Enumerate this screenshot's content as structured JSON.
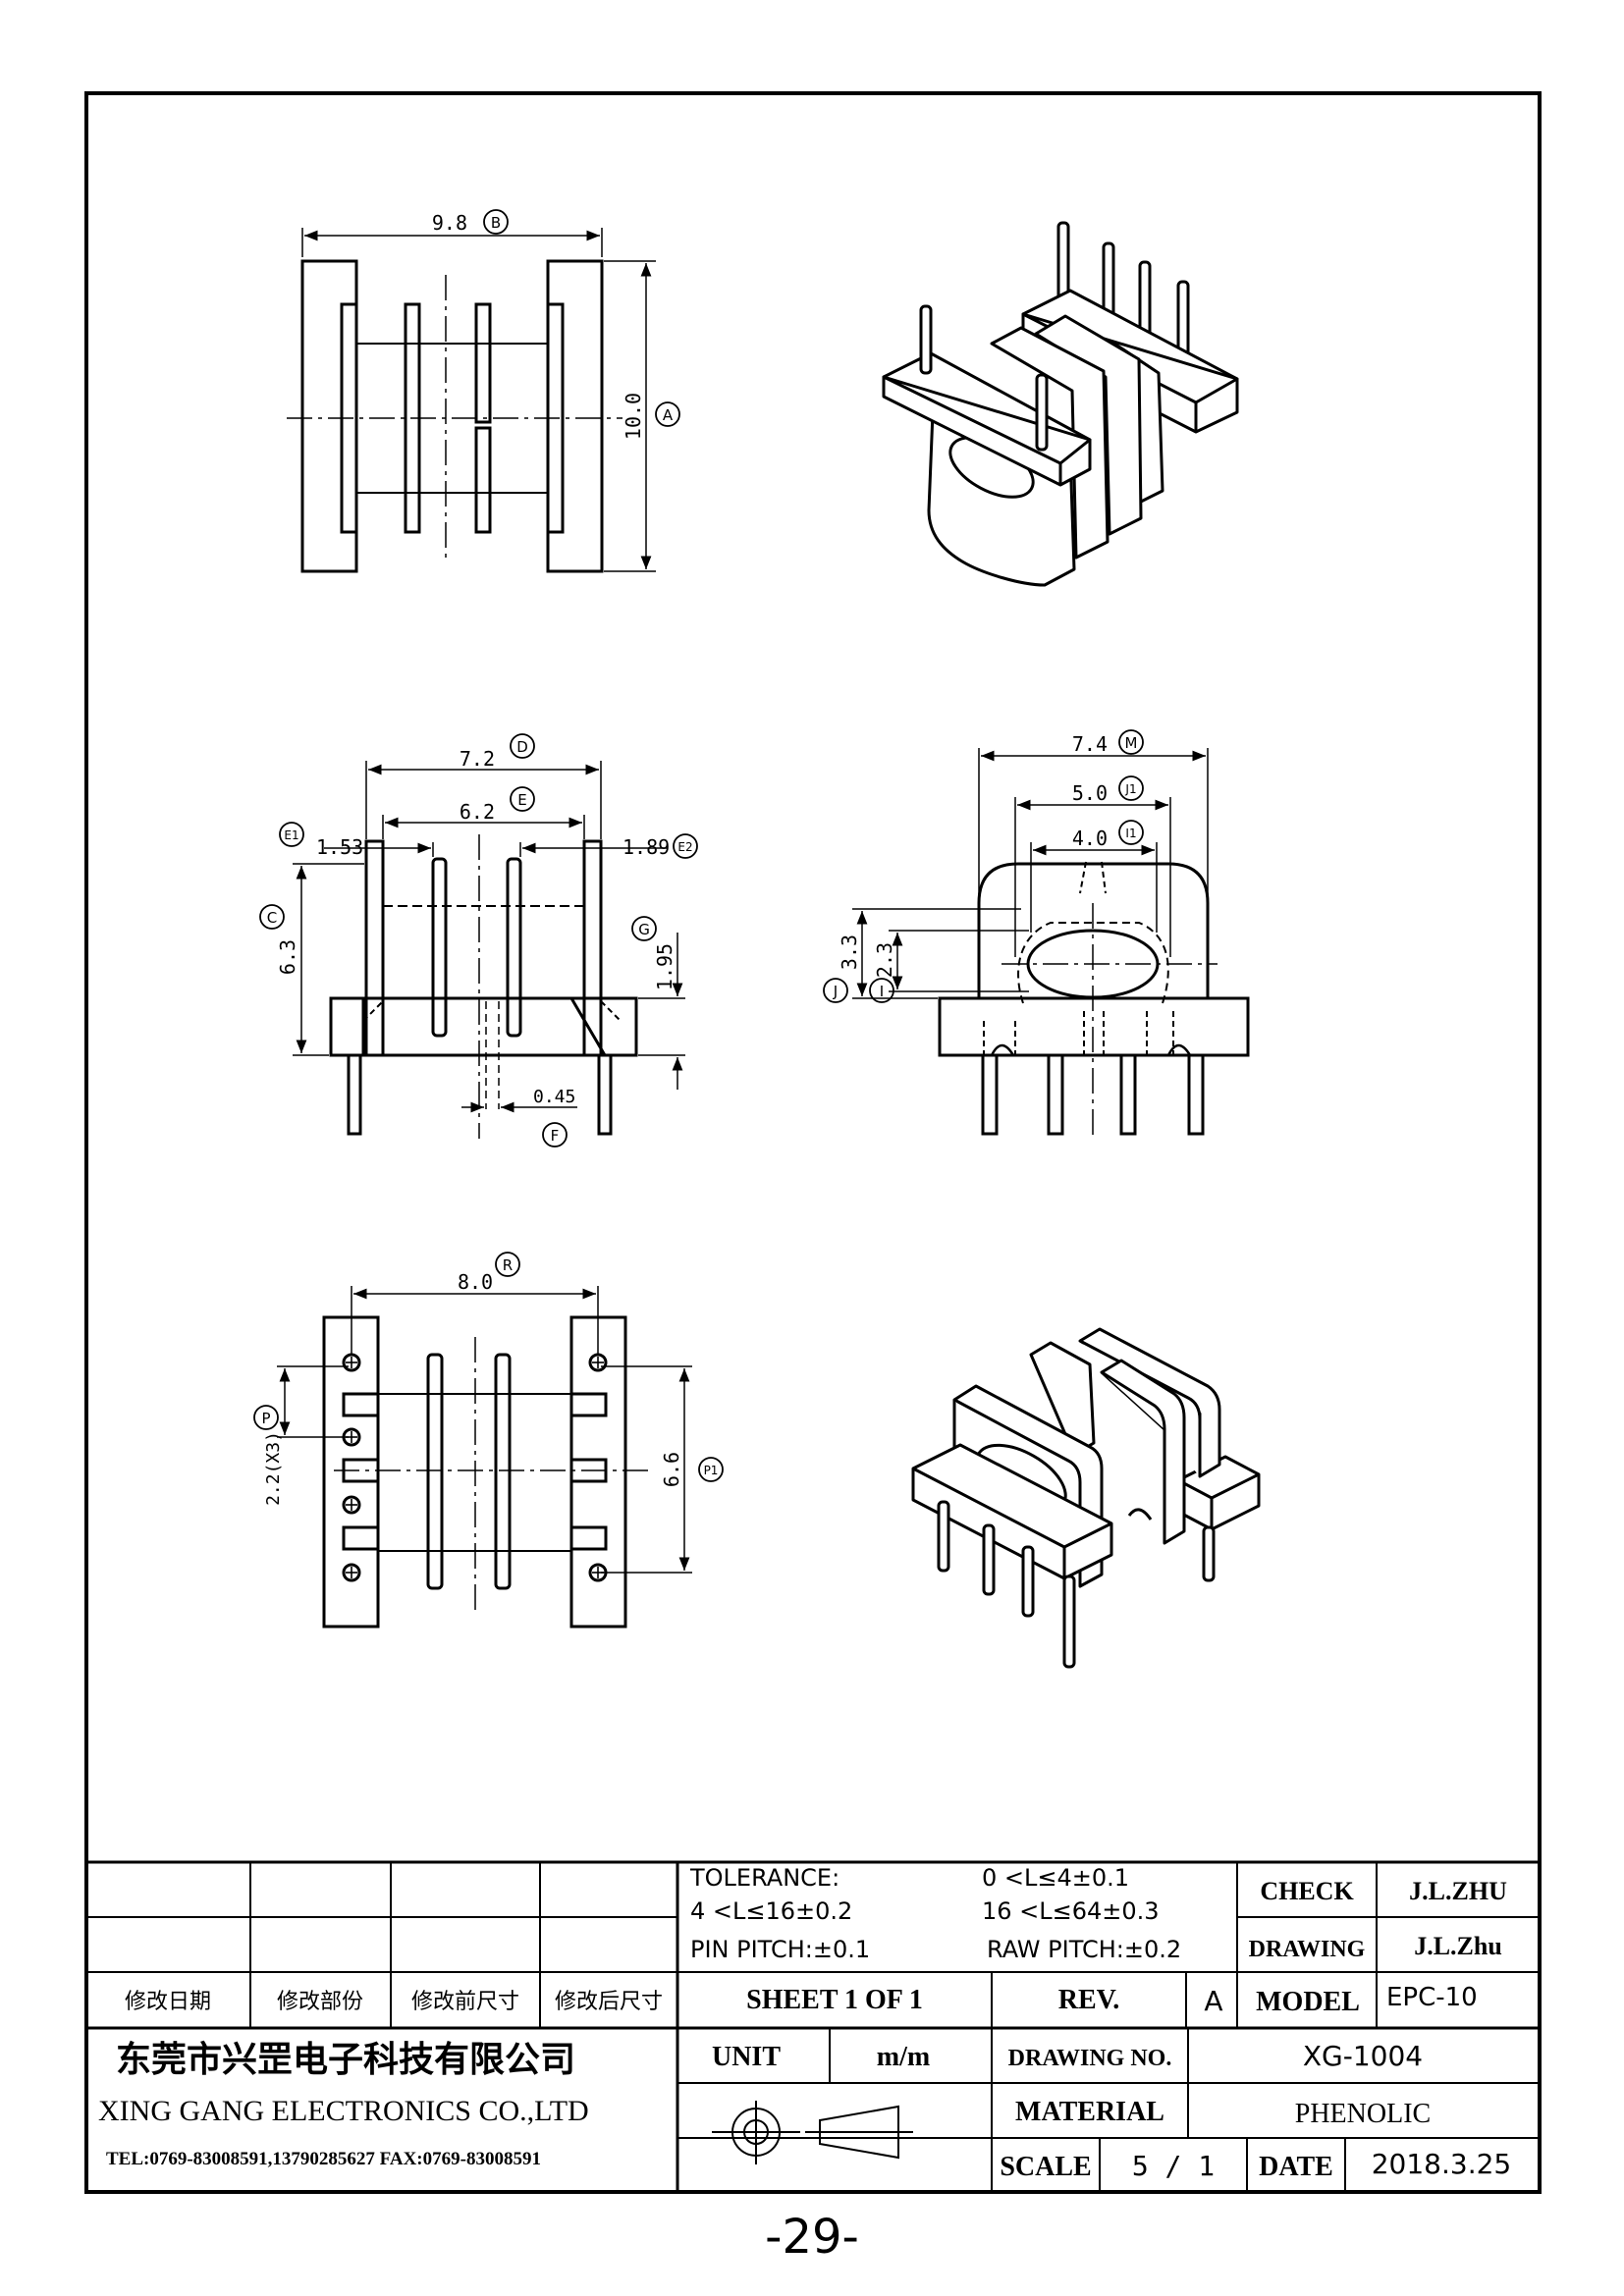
{
  "views": {
    "top": {
      "dim_b": "9.8",
      "dim_a": "10.0",
      "tag_b": "B",
      "tag_a": "A"
    },
    "front": {
      "dim_d": "7.2",
      "dim_e": "6.2",
      "dim_e1": "1.53",
      "dim_e2": "1.89",
      "dim_c": "6.3",
      "dim_g": "1.95",
      "dim_f": "0.45",
      "tag_d": "D",
      "tag_e": "E",
      "tag_e1": "E1",
      "tag_e2": "E2",
      "tag_c": "C",
      "tag_g": "G",
      "tag_f": "F"
    },
    "side": {
      "dim_m": "7.4",
      "dim_j1": "5.0",
      "dim_i1": "4.0",
      "dim_j": "3.3",
      "dim_i": "2.3",
      "tag_m": "M",
      "tag_j1": "J1",
      "tag_i1": "I1",
      "tag_j": "J",
      "tag_i": "I"
    },
    "bottom": {
      "dim_r": "8.0",
      "dim_p": "2.2(X3)",
      "dim_p1": "6.6",
      "tag_r": "R",
      "tag_p": "P",
      "tag_p1": "P1"
    }
  },
  "title_block": {
    "tolerance_label": "TOLERANCE:",
    "tol_1": "0 <L≤4±0.1",
    "tol_2": "4 <L≤16±0.2",
    "tol_3": "16 <L≤64±0.3",
    "pin_pitch": "PIN PITCH:±0.1",
    "raw_pitch": "RAW PITCH:±0.2",
    "rev_col_1": "修改日期",
    "rev_col_2": "修改部份",
    "rev_col_3": "修改前尺寸",
    "rev_col_4": "修改后尺寸",
    "check_label": "CHECK",
    "check_value": "J.L.ZHU",
    "drawing_label": "DRAWING",
    "drawing_value": "J.L.Zhu",
    "sheet": "SHEET 1 OF 1",
    "rev_label": "REV.",
    "rev_value": "A",
    "model_label": "MODEL",
    "model_value": "EPC-10",
    "company_cn": "东莞市兴罡电子科技有限公司",
    "company_en": "XING GANG ELECTRONICS CO.,LTD",
    "contact": "TEL:0769-83008591,13790285627 FAX:0769-83008591",
    "unit_label": "UNIT",
    "unit_value": "m/m",
    "drawing_no_label": "DRAWING NO.",
    "drawing_no_value": "XG-1004",
    "material_label": "MATERIAL",
    "material_value": "PHENOLIC",
    "scale_label": "SCALE",
    "scale_value": "5 / 1",
    "date_label": "DATE",
    "date_value": "2018.3.25"
  },
  "page_number": "-29-"
}
